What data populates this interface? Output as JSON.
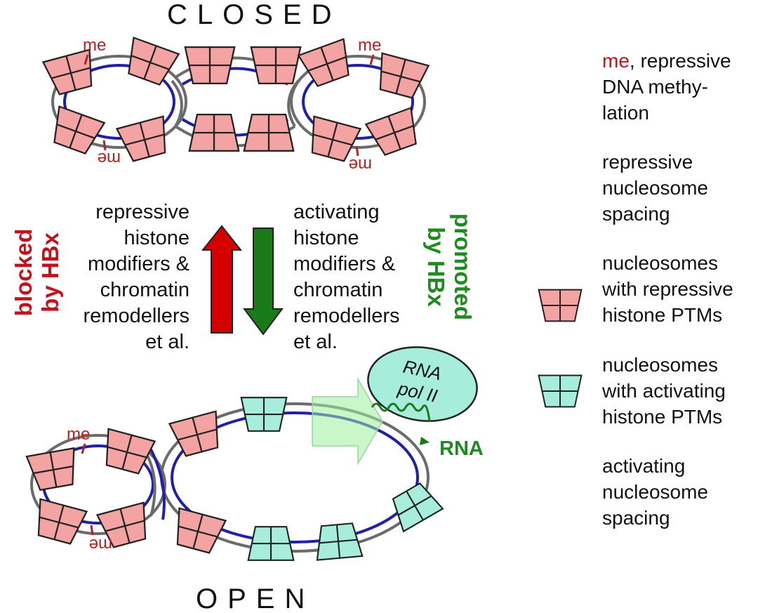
{
  "title_closed": "CLOSED",
  "title_open": "OPEN",
  "me_label": "me",
  "left_text": [
    "repressive",
    "histone",
    "modifiers &",
    "chromatin",
    "remodellers",
    "et al."
  ],
  "right_text": [
    "activating",
    "histone",
    "modifiers &",
    "chromatin",
    "remodellers",
    "et al."
  ],
  "blocked": [
    "blocked",
    "by HBx"
  ],
  "promoted": [
    "promoted",
    "by HBx"
  ],
  "rna_pol": [
    "RNA",
    "pol II"
  ],
  "rna_label": "RNA",
  "legend": {
    "me_word": "me",
    "me_rest": ", repressive",
    "me_lines": [
      "DNA methy-",
      "lation"
    ],
    "spacing_repressive": [
      "repressive",
      "nucleosome",
      "spacing"
    ],
    "nuc_repressive": [
      "nucleosomes",
      "with repressive",
      "histone PTMs"
    ],
    "nuc_activating": [
      "nucleosomes",
      "with activating",
      "histone PTMs"
    ],
    "spacing_activating": [
      "activating",
      "nucleosome",
      "spacing"
    ]
  },
  "colors": {
    "repressive_fill": "#f4a3a3",
    "activating_fill": "#a6eddc",
    "dna_blue": "#1f1fa8",
    "dna_gray": "#6b6b6b",
    "up_arrow": "#d40000",
    "down_arrow": "#1a7a1a",
    "blocked_text": "#c0141c",
    "promoted_text": "#1f8a1f"
  }
}
